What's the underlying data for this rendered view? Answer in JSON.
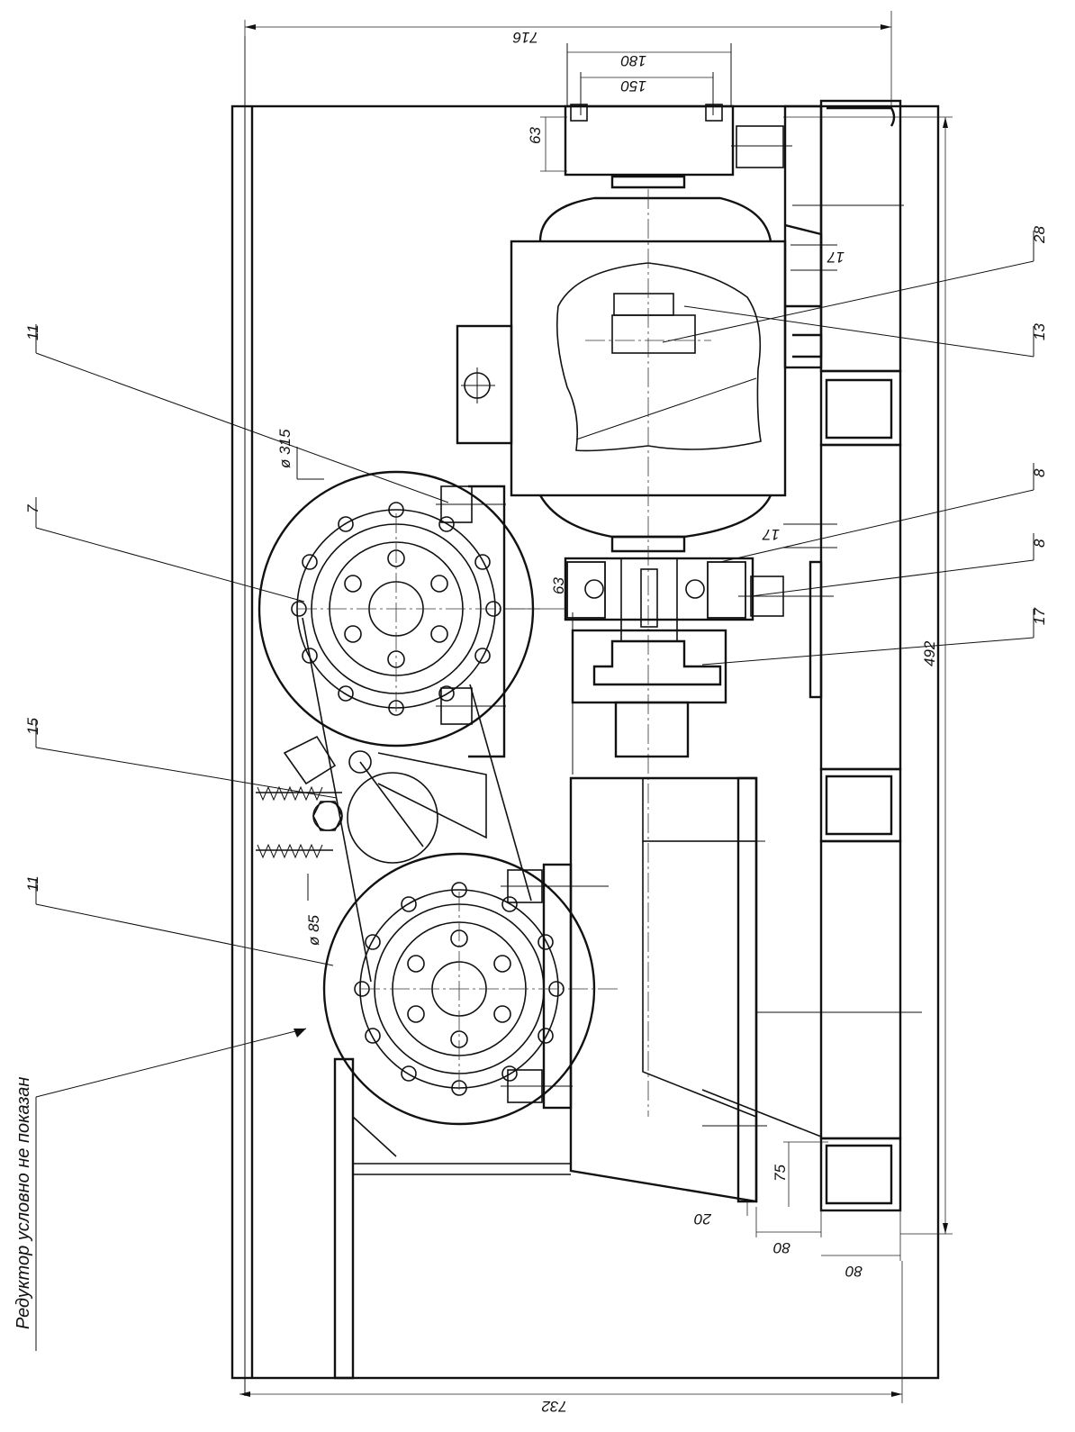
{
  "drawing": {
    "note": "Редуктор условно не показан",
    "dimensions": {
      "overall_top": "716",
      "overall_bottom": "732",
      "shaft_outer": "180",
      "shaft_inner": "150",
      "coupling_height": "63",
      "bearing_height": "63",
      "rail_gap_upper": "17",
      "rail_gap_lower": "17",
      "height_right": "492",
      "drum_diameter": "ø 315",
      "roller_diameter": "ø 85",
      "channel_height": "75",
      "offset_small": "20",
      "channel_width_inner": "80",
      "channel_width_outer": "80"
    },
    "callouts": {
      "c11_top": "11",
      "c7": "7",
      "c15": "15",
      "c11_bottom": "11",
      "c28": "28",
      "c13": "13",
      "c8_upper": "8",
      "c8_lower": "8",
      "c17": "17"
    }
  }
}
